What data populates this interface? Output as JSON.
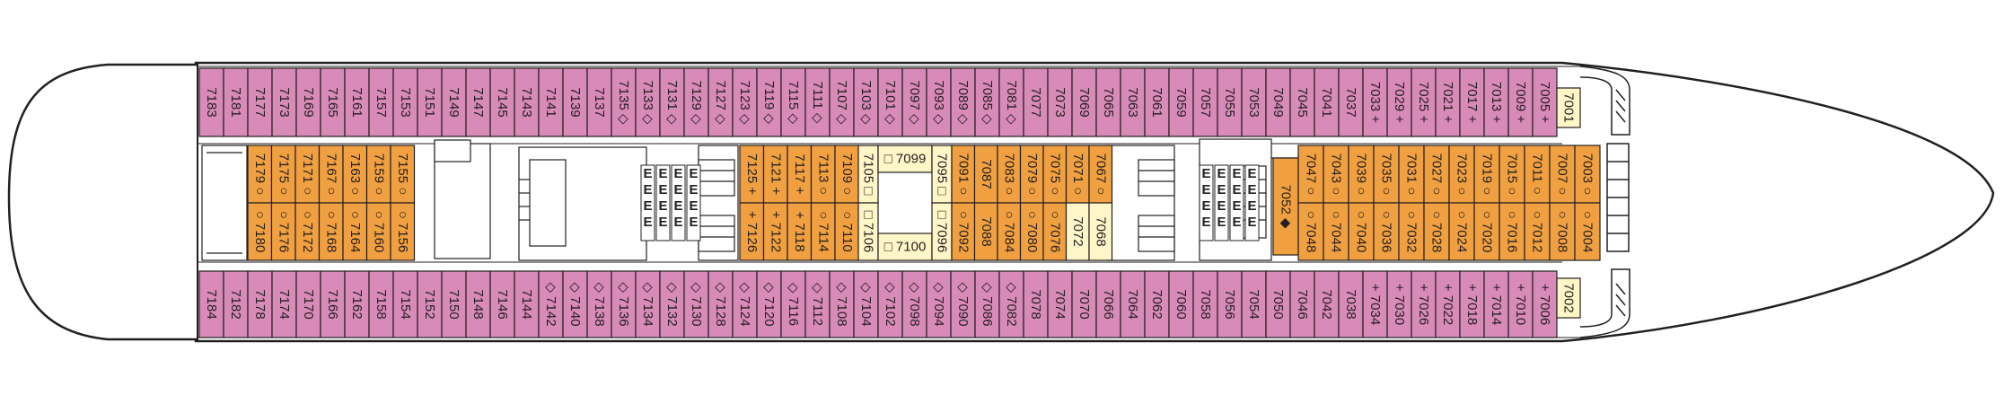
{
  "deck": {
    "colors": {
      "outline": "#231f20",
      "hull_fill": "#ffffff",
      "outer_cabin": "#d88ab8",
      "inner_cabin": "#f0a040",
      "suite_cabin": "#fff6c8",
      "structure": "#ffffff"
    },
    "top_row": [
      "7183",
      "7181",
      "7177",
      "7173",
      "7169",
      "7165",
      "7161",
      "7157",
      "7153",
      "7151",
      "7149",
      "7147",
      "7145",
      "7143",
      "7141",
      "7139",
      "7137",
      "7135 ◇",
      "7133 ◇",
      "7131 ◇",
      "7129 ◇",
      "7127 ◇",
      "7123 ◇",
      "7119 ◇",
      "7115 ◇",
      "7111 ◇",
      "7107 ◇",
      "7103 ◇",
      "7101 ◇",
      "7097 ◇",
      "7093 ◇",
      "7089 ◇",
      "7085 ◇",
      "7081 ◇",
      "7077",
      "7073",
      "7069",
      "7065",
      "7063",
      "7061",
      "7059",
      "7057",
      "7055",
      "7053",
      "7049",
      "7045",
      "7041",
      "7037",
      "7033 +",
      "7029 +",
      "7025 +",
      "7021 +",
      "7017 +",
      "7013 +",
      "7009 +",
      "7005 +"
    ],
    "top_end": "7001",
    "bottom_row": [
      "7184",
      "7182",
      "7178",
      "7174",
      "7170",
      "7166",
      "7162",
      "7158",
      "7154",
      "7152",
      "7150",
      "7148",
      "7146",
      "7144",
      "◇ 7142",
      "◇ 7140",
      "◇ 7138",
      "◇ 7136",
      "◇ 7134",
      "◇ 7132",
      "◇ 7130",
      "◇ 7128",
      "◇ 7124",
      "◇ 7120",
      "◇ 7116",
      "◇ 7112",
      "◇ 7108",
      "◇ 7104",
      "◇ 7102",
      "◇ 7098",
      "◇ 7094",
      "◇ 7090",
      "◇ 7086",
      "◇ 7082",
      "7078",
      "7074",
      "7070",
      "7066",
      "7064",
      "7062",
      "7060",
      "7058",
      "7056",
      "7054",
      "7050",
      "7046",
      "7042",
      "7038",
      "+ 7034",
      "+ 7030",
      "+ 7026",
      "+ 7022",
      "+ 7018",
      "+ 7014",
      "+ 7010",
      "+ 7006"
    ],
    "bottom_end": "7002",
    "aft_block_upper": [
      "7179 ○",
      "7175 ○",
      "7171 ○",
      "7167 ○",
      "7163 ○",
      "7159 ○",
      "7155 ○"
    ],
    "aft_block_lower": [
      "○ 7180",
      "○ 7176",
      "○ 7172",
      "○ 7168",
      "○ 7164",
      "○ 7160",
      "○ 7156"
    ],
    "mid_block_upper": [
      "7125 +",
      "7121 +",
      "7117 +",
      "7113 ○",
      "7109 ○"
    ],
    "mid_block_lower": [
      "+ 7126",
      "+ 7122",
      "+ 7118",
      "○ 7114",
      "○ 7110"
    ],
    "suite_left_upper": "7105 □",
    "suite_left_lower": "□ 7106",
    "suite_top_h": "□ 7099",
    "suite_bottom_h": "□ 7100",
    "suite_right_upper": "7095 □",
    "suite_right_lower": "□ 7096",
    "mid_block2_upper": [
      "7091 ○",
      "7087",
      "7083 ○",
      "7079 ○",
      "7075 ○",
      "7071 ○",
      "7067 ○"
    ],
    "mid_block2_lower": [
      "○ 7092",
      "7088",
      "○ 7084",
      "○ 7080",
      "○ 7076",
      "7072",
      "7068"
    ],
    "fwd_block_upper": [
      "7047 ○",
      "7043 ○",
      "7039 ○",
      "7035 ○",
      "7031 ○",
      "7027 ○",
      "7023 ○",
      "7019 ○",
      "7015 ○",
      "7011 ○",
      "7007 ○",
      "7003 ○"
    ],
    "fwd_block_lower": [
      "○ 7048",
      "○ 7044",
      "○ 7040",
      "○ 7036",
      "○ 7032",
      "○ 7028",
      "○ 7024",
      "○ 7020",
      "○ 7016",
      "○ 7012",
      "○ 7008",
      "○ 7004"
    ],
    "accessible_cabin": "7052 ◆",
    "elevator_glyph": "E",
    "symbols": {
      "diamond": "◇",
      "circle": "○",
      "square": "□",
      "plus": "+",
      "filled_diamond": "◆"
    }
  }
}
